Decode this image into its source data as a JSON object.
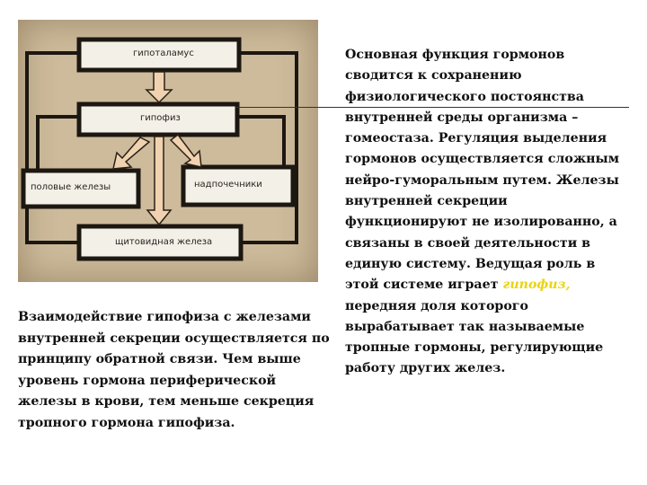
{
  "diagram": {
    "hypothalamus": "гипоталамус",
    "pituitary": "гипофиз",
    "gonads": "половые железы",
    "adrenals": "надпочечники",
    "thyroid": "щитовидная железа"
  },
  "right_text": {
    "before": "Основная функция гормонов сводится к сохранению физиологического постоянства внутренней среды организма – гомеостаза. Регуляция выделения гормонов осуществляется сложным нейро-гуморальным путем. Железы внутренней секреции функционируют не изолированно, а связаны в своей деятельности в единую систему. Ведущая роль в этой системе играет ",
    "highlight": "гипофиз,",
    "after": " передняя доля которого вырабатывает так называемые  тропные гормоны, регулирующие работу других желез."
  },
  "left_text": "Взаимодействие гипофиза с железами внутренней секреции осуществляется по принципу обратной связи. Чем выше уровень гормона периферической железы в крови, тем меньше секреция тропного гормона гипофиза.",
  "colors": {
    "arrow_fill": "#f0d2b0",
    "line": "#1d1712",
    "box": "#f3f0e8",
    "highlight": "#e9d410"
  }
}
